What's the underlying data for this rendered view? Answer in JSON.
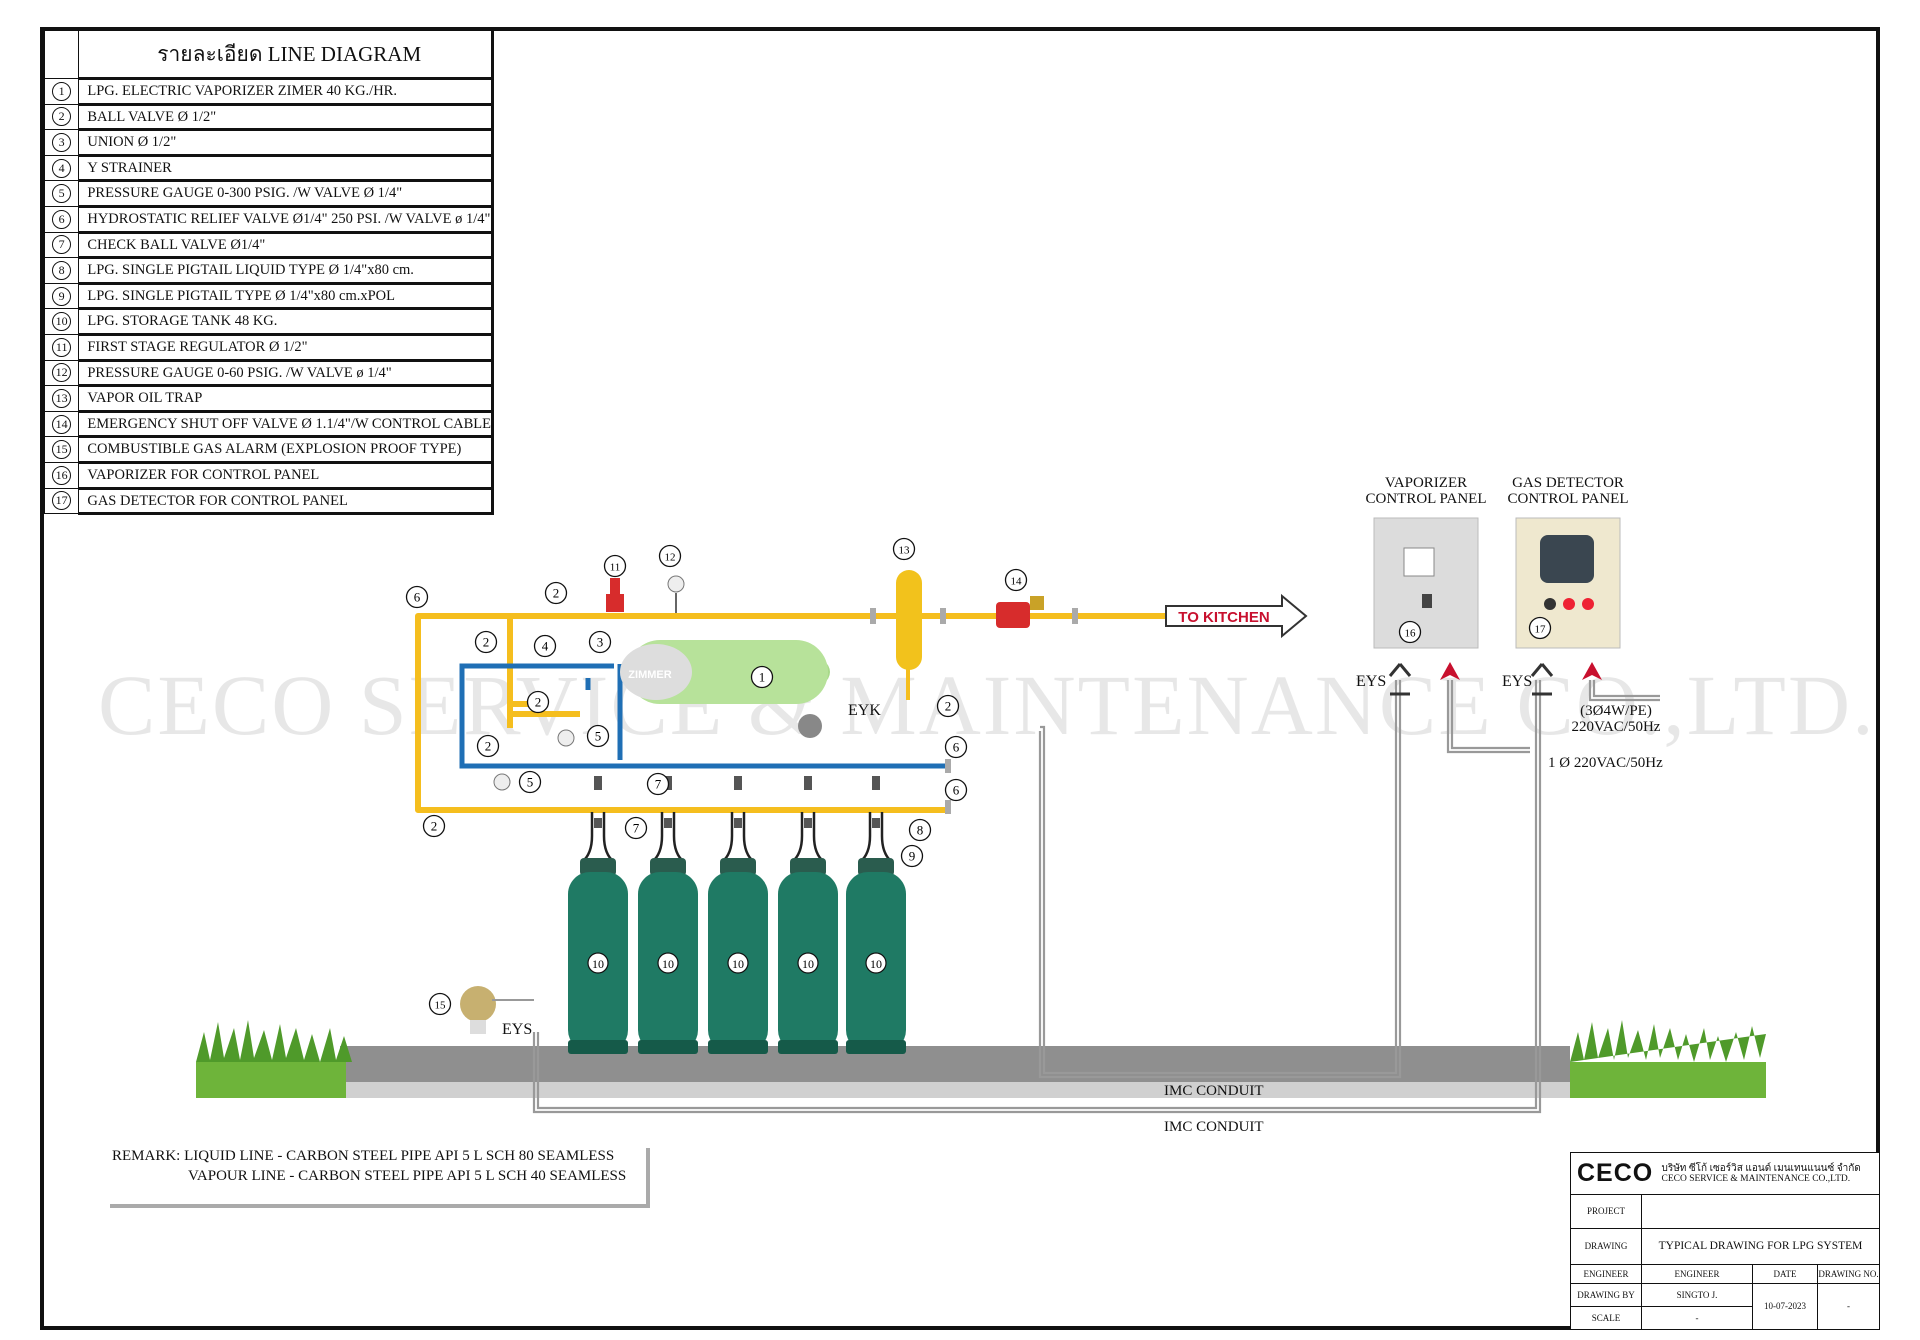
{
  "legend": {
    "title": "รายละเอียด  LINE DIAGRAM",
    "items": [
      {
        "n": "1",
        "text": "LPG. ELECTRIC VAPORIZER  ZIMER 40 KG./HR."
      },
      {
        "n": "2",
        "text": "BALL VALVE Ø 1/2\""
      },
      {
        "n": "3",
        "text": "UNION Ø 1/2\""
      },
      {
        "n": "4",
        "text": "Y STRAINER"
      },
      {
        "n": "5",
        "text": "PRESSURE GAUGE 0-300  PSIG. /W VALVE Ø 1/4\""
      },
      {
        "n": "6",
        "text": "HYDROSTATIC RELIEF VALVE  Ø1/4\" 250 PSI. /W VALVE ø 1/4\""
      },
      {
        "n": "7",
        "text": "CHECK BALL VALVE Ø1/4\""
      },
      {
        "n": "8",
        "text": "LPG. SINGLE PIGTAIL LIQUID TYPE Ø 1/4\"x80 cm."
      },
      {
        "n": "9",
        "text": "LPG. SINGLE PIGTAIL TYPE Ø 1/4\"x80 cm.xPOL"
      },
      {
        "n": "10",
        "text": "LPG. STORAGE TANK 48 KG."
      },
      {
        "n": "11",
        "text": "FIRST STAGE REGULATOR  Ø 1/2\""
      },
      {
        "n": "12",
        "text": "PRESSURE GAUGE 0-60  PSIG. /W VALVE ø 1/4\""
      },
      {
        "n": "13",
        "text": "VAPOR OIL TRAP"
      },
      {
        "n": "14",
        "text": "EMERGENCY SHUT OFF VALVE Ø 1.1/4\"/W CONTROL CABLE"
      },
      {
        "n": "15",
        "text": "COMBUSTIBLE GAS ALARM (EXPLOSION PROOF TYPE)"
      },
      {
        "n": "16",
        "text": "VAPORIZER FOR CONTROL PANEL"
      },
      {
        "n": "17",
        "text": "GAS DETECTOR FOR CONTROL PANEL"
      }
    ]
  },
  "watermark": "CECO SERVICE & MAINTENANCE CO.,LTD.",
  "diagram": {
    "to_kitchen": "TO KITCHEN",
    "vaporizer_brand": "ZIMMER",
    "eyk": "EYK",
    "eys": "EYS",
    "vaporizer_panel_title": [
      "VAPORIZER",
      "CONTROL PANEL"
    ],
    "gas_panel_title": [
      "GAS DETECTOR",
      "CONTROL PANEL"
    ],
    "power_3phase": [
      "(3Ø4W/PE)",
      "220VAC/50Hz"
    ],
    "power_1phase": "1 Ø 220VAC/50Hz",
    "conduit1": "IMC CONDUIT",
    "conduit2": "IMC CONDUIT",
    "tank_label": "10"
  },
  "remark": {
    "line1": "REMARK: LIQUID LINE   - CARBON STEEL PIPE API 5 L SCH 80 SEAMLESS",
    "line2": "VAPOUR LINE - CARBON  STEEL PIPE API 5 L SCH 40 SEAMLESS"
  },
  "title_block": {
    "logo": "CECO",
    "company_th": "บริษัท ซีโก้ เซอร์วิส แอนด์ เมนเทนแนนซ์ จำกัด",
    "company_en": "CECO SERVICE & MAINTENANCE CO.,LTD.",
    "project_label": "PROJECT",
    "project_value": "",
    "drawing_label": "DRAWING",
    "drawing_value": "TYPICAL DRAWING FOR LPG SYSTEM",
    "engineer_label": "ENGINEER",
    "engineer_value": "ENGINEER",
    "date_label": "DATE",
    "drawing_no_label": "DRAWING NO.",
    "drawing_by_label": "DRAWING BY",
    "drawing_by_value": "SINGTO    J.",
    "scale_label": "SCALE",
    "scale_value": "-",
    "date_value": "10-07-2023",
    "drawing_no_value": "-"
  },
  "colors": {
    "vapor_line": "#f5be1e",
    "liquid_line": "#1f6fb5",
    "tank": "#1f7a64",
    "arrow": "#c8102e"
  }
}
